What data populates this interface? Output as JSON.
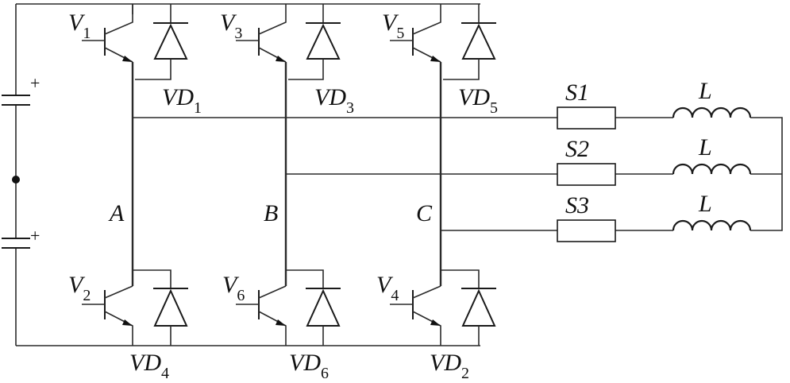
{
  "transistors": [
    {
      "id": "q1",
      "letter": "V",
      "sub": "1"
    },
    {
      "id": "q3",
      "letter": "V",
      "sub": "3"
    },
    {
      "id": "q5",
      "letter": "V",
      "sub": "5"
    },
    {
      "id": "q2",
      "letter": "V",
      "sub": "2"
    },
    {
      "id": "q6",
      "letter": "V",
      "sub": "6"
    },
    {
      "id": "q4",
      "letter": "V",
      "sub": "4"
    }
  ],
  "diodes": [
    {
      "id": "d1",
      "letter": "VD",
      "sub": "1"
    },
    {
      "id": "d3",
      "letter": "VD",
      "sub": "3"
    },
    {
      "id": "d5",
      "letter": "VD",
      "sub": "5"
    },
    {
      "id": "d4",
      "letter": "VD",
      "sub": "4"
    },
    {
      "id": "d6",
      "letter": "VD",
      "sub": "6"
    },
    {
      "id": "d2",
      "letter": "VD",
      "sub": "2"
    }
  ],
  "nodes": [
    "A",
    "B",
    "C"
  ],
  "switches": [
    "S1",
    "S2",
    "S3"
  ],
  "inductors": [
    "L",
    "L",
    "L"
  ],
  "capacitor_polarity": "+"
}
